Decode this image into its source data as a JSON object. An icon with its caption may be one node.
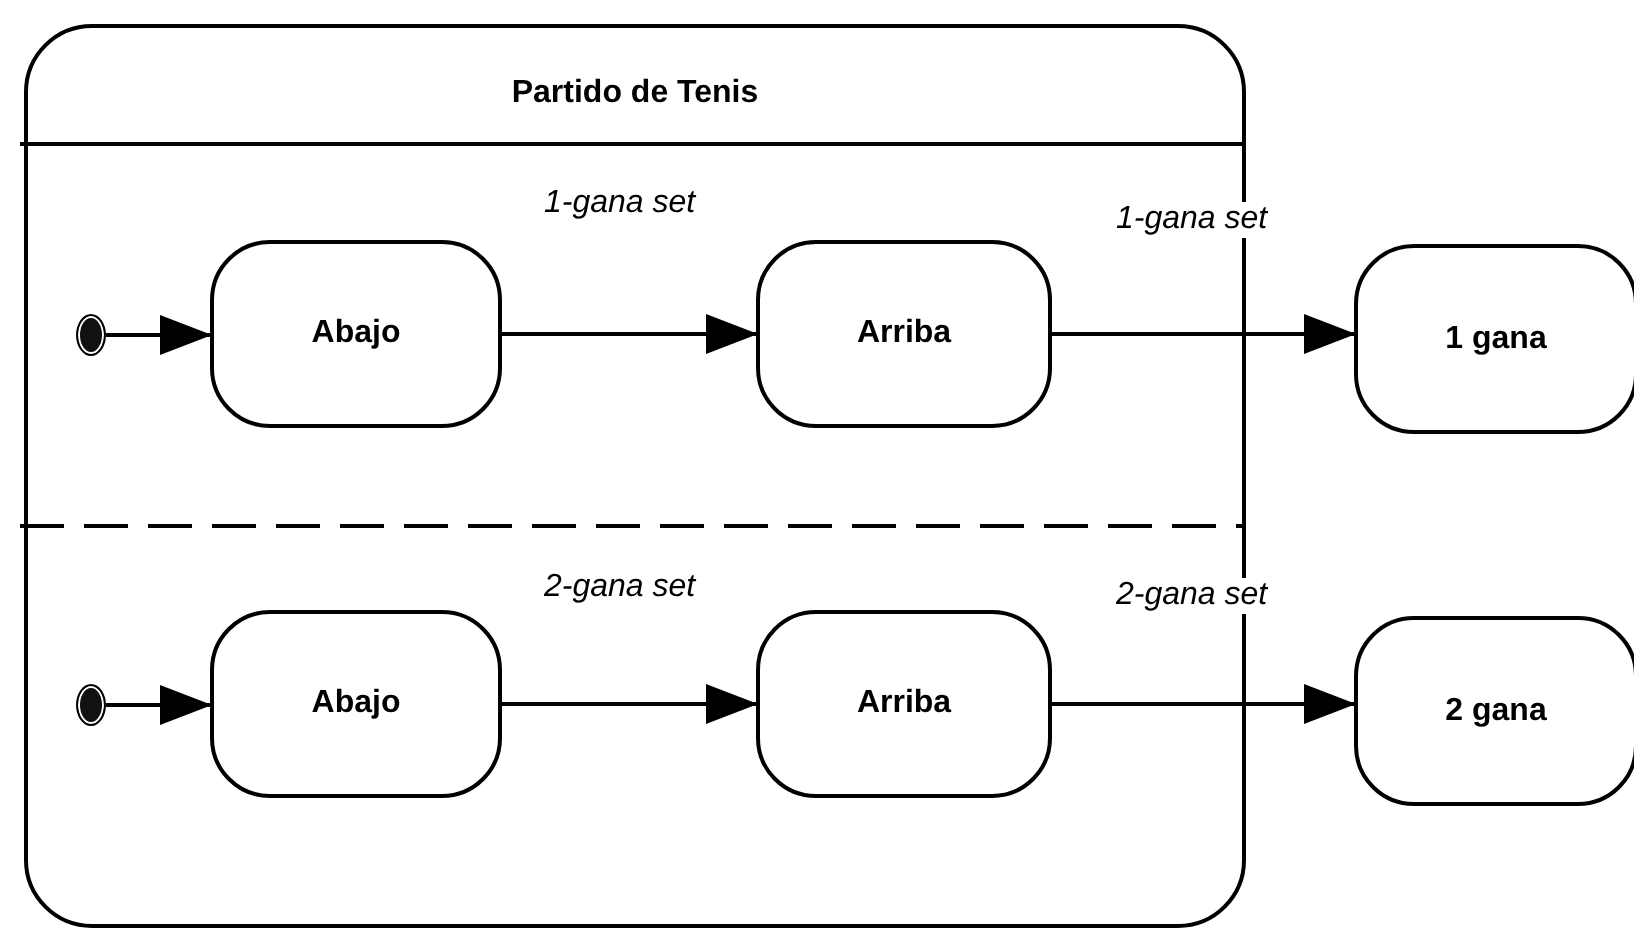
{
  "diagram": {
    "nodes": [
      {
        "text": [
          "Partido de Tenis"
        ]
      },
      {
        "text": [],
        "shape": "circle",
        "in": 0
      },
      {
        "text": [
          "Abajo"
        ],
        "in": 0
      },
      {
        "text": [
          "Arriba"
        ],
        "in": 0
      },
      {
        "text": [
          "1 gana"
        ]
      },
      {
        "text": [],
        "shape": "circle",
        "in": 0
      },
      {
        "text": [
          "Abajo"
        ],
        "in": 0
      },
      {
        "text": [
          "Arriba"
        ],
        "in": 0
      },
      {
        "text": [
          "2 gana"
        ]
      }
    ],
    "edges": [
      {
        "from": 1,
        "to": 2,
        "arrow": "to"
      },
      {
        "from": 2,
        "to": 3,
        "arrow": "to",
        "label": "1-gana set"
      },
      {
        "from": 3,
        "to": 4,
        "arrow": "to",
        "label": "1-gana set"
      },
      {
        "from": 5,
        "to": 6,
        "arrow": "to"
      },
      {
        "from": 6,
        "to": 7,
        "arrow": "to",
        "label": "2-gana set"
      },
      {
        "from": 7,
        "to": 8,
        "arrow": "to",
        "label": "2-gana set"
      }
    ]
  }
}
